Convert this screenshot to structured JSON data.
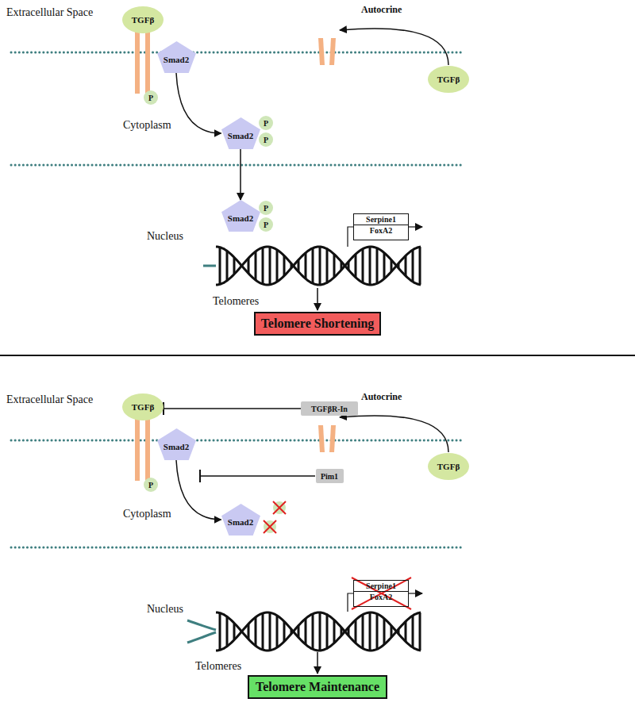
{
  "diagram": {
    "nodes": [
      {
        "text": [
          "TGFβ"
        ]
      },
      {
        "text": [
          "TGFβ"
        ]
      },
      {
        "text": [
          "Smad2"
        ]
      },
      {
        "text": [
          "P"
        ]
      },
      {
        "text": [
          "Smad2"
        ]
      },
      {
        "text": [
          "P"
        ]
      },
      {
        "text": [
          "P"
        ]
      },
      {
        "text": [
          "Smad2"
        ]
      },
      {
        "text": [
          "P"
        ]
      },
      {
        "text": [
          "P"
        ]
      },
      {
        "text": [
          "Serpine1",
          "FoxA2"
        ]
      },
      {
        "text": [
          "Telomere Shortening"
        ]
      },
      {
        "text": [
          "TGFβ"
        ]
      },
      {
        "text": [
          "TGFβR-In"
        ]
      },
      {
        "text": [
          "TGFβ"
        ]
      },
      {
        "text": [
          "Smad2"
        ]
      },
      {
        "text": [
          "P"
        ]
      },
      {
        "text": [
          "Pim1"
        ]
      },
      {
        "text": [
          "Smad2"
        ]
      },
      {
        "text": [
          "Serpine1",
          "FoxA2"
        ]
      },
      {
        "text": [
          "Telomere Maintenance"
        ]
      }
    ],
    "edges": [
      {
        "from": 2,
        "to": 4,
        "arrow": "to"
      },
      {
        "from": 4,
        "to": 7,
        "arrow": "to"
      },
      {
        "from": 15,
        "to": 18,
        "arrow": "to"
      },
      {
        "from": 13,
        "to": 12,
        "arrow": "to"
      }
    ],
    "labels": [
      "Extracellular Space",
      "Autocrine",
      "Cytoplasm",
      "Nucleus",
      "Telomeres",
      "Extracellular Space",
      "Autocrine",
      "Cytoplasm",
      "Nucleus",
      "Telomeres"
    ]
  }
}
